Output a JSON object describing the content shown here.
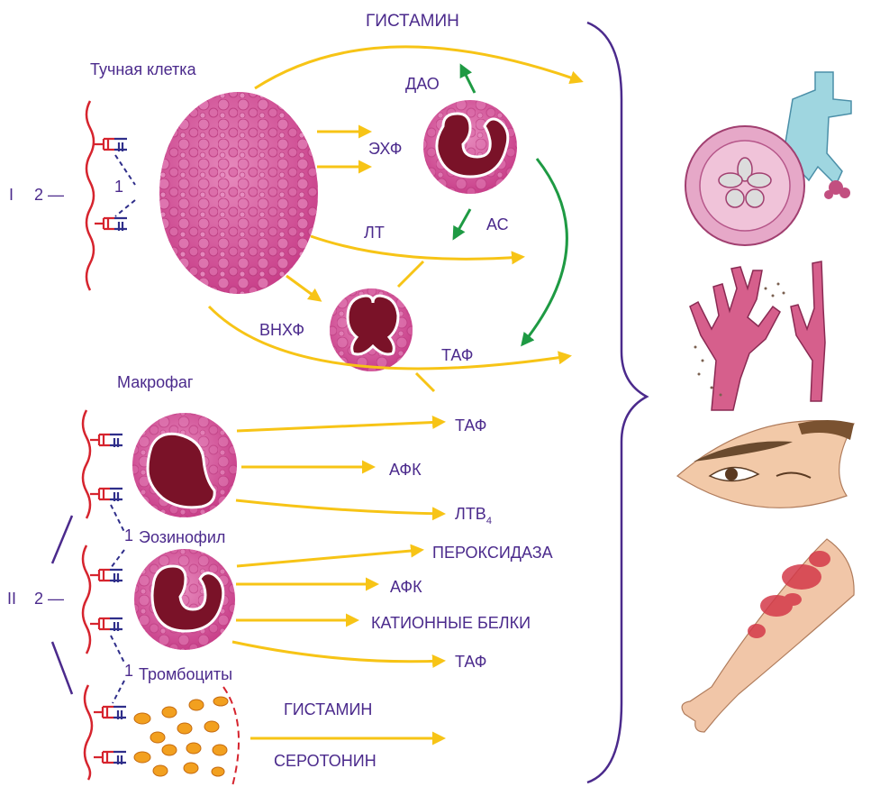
{
  "colors": {
    "label": "#4b2a8c",
    "arrow_yellow": "#f7c416",
    "arrow_green": "#1e9a43",
    "cell_pink": "#d9559a",
    "nucleus": "#7a1228",
    "membrane_red": "#d6242e",
    "receptor_blue": "#2f2e8a",
    "bracket": "#4b2a8c",
    "platelet": "#f2a01f"
  },
  "labels": {
    "histamine_top": "ГИСТАМИН",
    "mast_cell": "Тучная клетка",
    "dao": "ДАО",
    "ehf": "ЭХФ",
    "lt": "ЛТ",
    "as": "АС",
    "vnhf": "ВНХФ",
    "taf_top": "ТАФ",
    "macrophage": "Макрофаг",
    "taf_macro": "ТАФ",
    "afk_macro": "АФК",
    "ltb4_main": "ЛТВ",
    "ltb4_sub": "4",
    "eosinophil": "Эозинофил",
    "peroxidase": "ПЕРОКСИДАЗА",
    "afk_eos": "АФК",
    "cationic": "КАТИОННЫЕ БЕЛКИ",
    "taf_eos": "ТАФ",
    "platelets": "Тромбоциты",
    "histamine_bottom": "ГИСТАМИН",
    "serotonin": "СЕРОТОНИН",
    "group1_roman": "I",
    "group1_num": "2 —",
    "group2_roman": "II",
    "group2_num": "2 —",
    "one_a": "1",
    "one_b": "1",
    "one_c": "1"
  },
  "organs": [
    "bronchus-illustration",
    "blood-vessels-illustration",
    "face-eye-illustration",
    "arm-skin-rash-illustration"
  ]
}
